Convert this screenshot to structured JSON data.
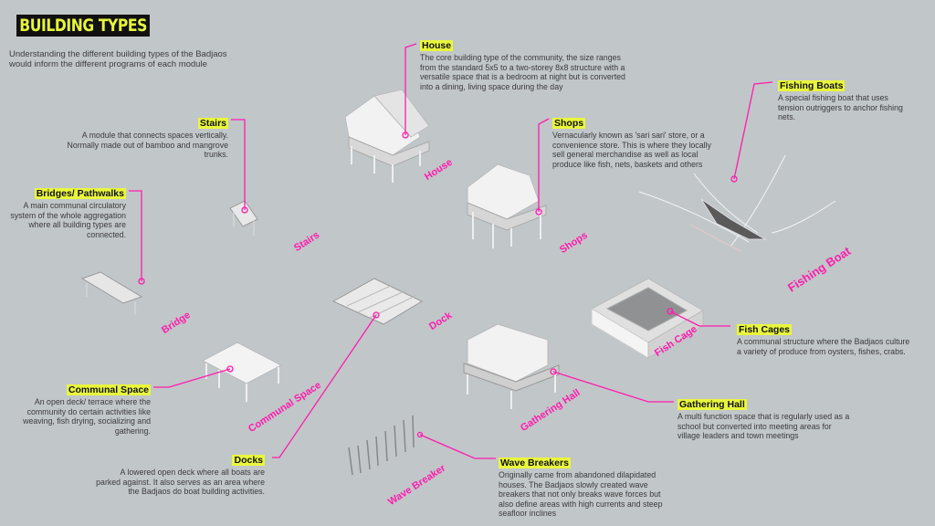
{
  "title": "BUILDING TYPES",
  "intro": "Understanding the different building types of the Badjaos would inform the different programs of each module",
  "accent_color": "#ff1cae",
  "highlight_color": "#e9f73c",
  "annotations": {
    "house": {
      "heading": "House",
      "text": "The core building type of the community, the size ranges from the standard 5x5 to a two-storey 8x8 structure with a versatile space that is a bedroom at night but is converted into a dining, living space during the day"
    },
    "fishing_boats": {
      "heading": "Fishing Boats",
      "text": "A special fishing boat that uses tension outriggers to anchor fishing nets."
    },
    "stairs": {
      "heading": "Stairs",
      "text": "A module that connects spaces vertically. Normally made out of bamboo and mangrove trunks."
    },
    "shops": {
      "heading": "Shops",
      "text": "Vernacularly known as 'sari sari' store, or a convenience store.  This is where they locally sell general merchandise as well as local produce like fish, nets, baskets and others"
    },
    "bridges": {
      "heading": "Bridges/ Pathwalks",
      "text": "A main communal circulatory system of the whole aggregation where all building types are connected."
    },
    "fish_cages": {
      "heading": "Fish Cages",
      "text": "A communal structure where the Badjaos culture a variety of produce from oysters, fishes, crabs."
    },
    "communal_space": {
      "heading": "Communal Space",
      "text": "An open deck/ terrace where the community do certain activities like weaving, fish drying, socializing and gathering."
    },
    "gathering_hall": {
      "heading": "Gathering Hall",
      "text": "A multi function space that is regularly used as a school but converted into meeting areas for village leaders and town meetings"
    },
    "docks": {
      "heading": "Docks",
      "text": "A lowered open deck where all boats are parked against.  It also serves as an area where the Badjaos do boat building activities."
    },
    "wave_breakers": {
      "heading": "Wave Breakers",
      "text": "Originally came from abandoned dilapidated houses. The Badjaos slowly created wave breakers that not only breaks wave forces but also define areas with high currents and steep seafloor inclines"
    }
  },
  "labels": {
    "house": "House",
    "stairs": "Stairs",
    "shops": "Shops",
    "fishing_boat": "Fishing Boat",
    "bridge": "Bridge",
    "dock": "Dock",
    "fish_cage": "Fish Cage",
    "communal_space": "Communal Space",
    "gathering_hall": "Gathering Hall",
    "wave_breaker": "Wave Breaker"
  }
}
